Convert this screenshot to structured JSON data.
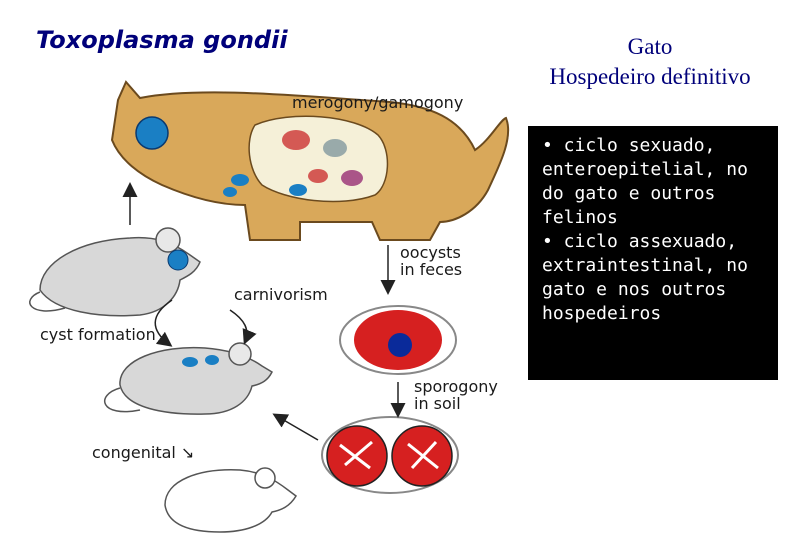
{
  "title": "Toxoplasma gondii",
  "host": {
    "name": "Gato",
    "role": "Hospedeiro definitivo"
  },
  "info_box": {
    "lines": [
      "• ciclo sexuado,",
      "enteroepitelial, no",
      "do gato e outros",
      "felinos",
      "• ciclo assexuado,",
      "extraintestinal, no",
      "gato e nos outros",
      "hospedeiros"
    ]
  },
  "diagram": {
    "labels": {
      "merogony": "merogony/gamogony",
      "oocysts_line1": "oocysts",
      "oocysts_line2": "in feces",
      "carnivorism": "carnivorism",
      "cyst_formation": "cyst formation",
      "sporogony_line1": "sporogony",
      "sporogony_line2": "in soil",
      "congenital": "congenital ↘"
    },
    "colors": {
      "cat": "#d9a85a",
      "mouse": "#d8d8d8",
      "cyst": "#1a7fc4",
      "oocyst_red": "#d62020",
      "nucleus": "#0a2a9a",
      "text_blue": "#00007a"
    }
  }
}
